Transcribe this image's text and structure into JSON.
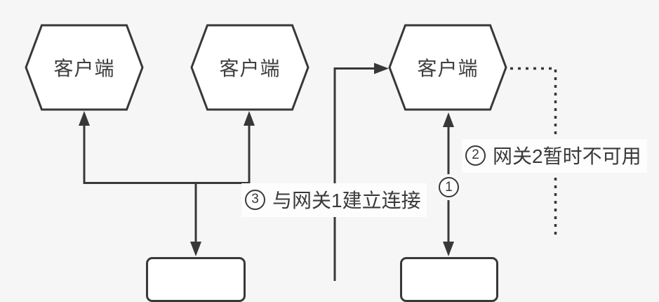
{
  "colors": {
    "background": "#f6f6f6",
    "stroke": "#383838",
    "node_fill": "#ffffff",
    "label_background": "#fdfdfd",
    "text": "#3a3a3a"
  },
  "nodes": {
    "client1": {
      "label": "客户端"
    },
    "client2": {
      "label": "客户端"
    },
    "client3": {
      "label": "客户端"
    }
  },
  "annotations": {
    "step1": {
      "badge": "1"
    },
    "step2": {
      "badge": "2",
      "text": "网关2暂时不可用"
    },
    "step3": {
      "badge": "3",
      "text": "与网关1建立连接"
    }
  }
}
